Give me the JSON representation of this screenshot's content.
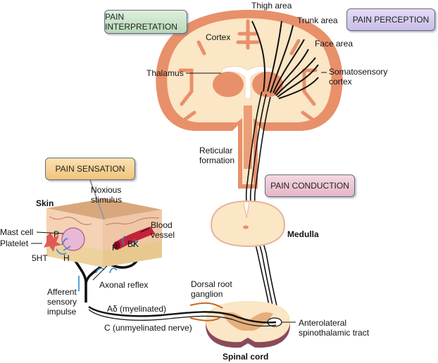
{
  "stages": {
    "interpretation": {
      "label": "PAIN INTERPRETATION",
      "color": "#cfe6cf"
    },
    "perception": {
      "label": "PAIN PERCEPTION",
      "color": "#d9d2ef"
    },
    "sensation": {
      "label": "PAIN SENSATION",
      "color": "#f7d59a"
    },
    "conduction": {
      "label": "PAIN CONDUCTION",
      "color": "#ecc7d6"
    }
  },
  "brain_labels": {
    "thigh_area": "Thigh area",
    "trunk_area": "Trunk area",
    "face_area": "Face area",
    "cortex": "Cortex",
    "thalamus": "Thalamus",
    "somatosensory_1": "Somatosensory",
    "somatosensory_2": "cortex",
    "reticular_1": "Reticular",
    "reticular_2": "formation"
  },
  "cord_labels": {
    "medulla": "Medulla",
    "spinal_cord": "Spinal cord",
    "drg_1": "Dorsal root",
    "drg_2": "ganglion",
    "antero_1": "Anterolateral",
    "antero_2": "spinothalamic tract"
  },
  "skin_labels": {
    "skin": "Skin",
    "noxious_1": "Noxious",
    "noxious_2": "stimulus",
    "mast_cell": "Mast cell",
    "platelet": "Platelet",
    "p_left": "P",
    "p_right": "P",
    "fivehtt": "5HT",
    "h": "H",
    "bk": "BK",
    "blood_1": "Blood",
    "blood_2": "vessel",
    "axonal": "Axonal reflex",
    "afferent_1": "Afferent",
    "afferent_2": "sensory",
    "afferent_3": "impulse"
  },
  "fiber_labels": {
    "a_delta": "Aδ (myelinated)",
    "c_fiber": "C (unmyelinated nerve)"
  },
  "colors": {
    "cortex_orange": "#e8906a",
    "brain_fill": "#fbe6c6",
    "tissue": "#f7dfc0",
    "nerve": "#111111",
    "arrow_blue": "#2a8ad4",
    "vessel_red": "#c4213a",
    "cord_rim": "#8a4a5a"
  }
}
